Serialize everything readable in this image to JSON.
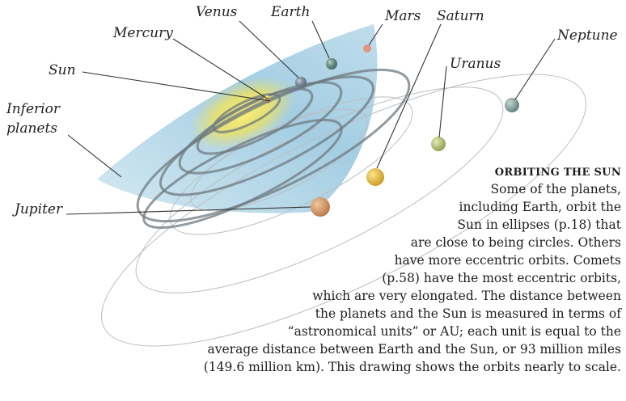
{
  "labels": {
    "venus": "Venus",
    "earth": "Earth",
    "mars": "Mars",
    "saturn": "Saturn",
    "mercury": "Mercury",
    "neptune": "Neptune",
    "sun": "Sun",
    "uranus": "Uranus",
    "inferior_1": "Inferior",
    "inferior_2": "planets",
    "jupiter": "Jupiter"
  },
  "caption": {
    "title": "ORBITING THE SUN",
    "lines": [
      "Some of the planets,",
      "including Earth, orbit the",
      "Sun in ellipses (p.18) that",
      "are close to being circles. Others",
      "have more eccentric orbits. Comets",
      "(p.58) have the most eccentric orbits,",
      "which are very elongated. The distance between",
      "the planets and the Sun is measured in terms of",
      "“astronomical units” or AU; each unit is equal to the",
      "average distance between Earth and the Sun, or 93 million miles",
      "(149.6 million km). This drawing shows the orbits nearly to scale."
    ]
  },
  "colors": {
    "sun": "#f2e25a",
    "plane": "#a9d2e6",
    "mercury": "#9a7e6a",
    "venus": "#7d93a8",
    "earth": "#5f9a86",
    "mars": "#e2957f",
    "jupiter": "#d69a6a",
    "saturn": "#e9c84d",
    "uranus": "#b9c77a",
    "neptune": "#8aa3a0"
  }
}
